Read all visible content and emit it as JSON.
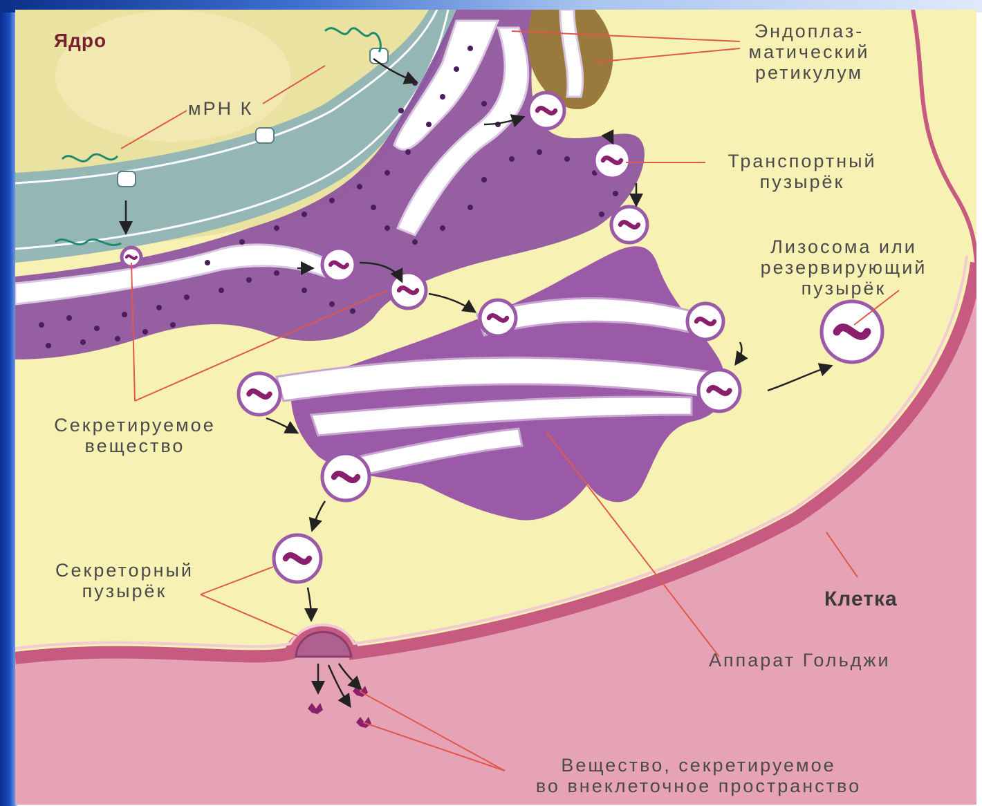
{
  "labels": {
    "nucleus": "Ядро",
    "mrna": "мРН К",
    "er_line1": "Эндоплаз-",
    "er_line2": "матический",
    "er_line3": "ретикулум",
    "transport_line1": "Транспортный",
    "transport_line2": "пузырёк",
    "lysosome_line1": "Лизосома или",
    "lysosome_line2": "резервирующий",
    "lysosome_line3": "пузырёк",
    "secreted_line1": "Секретируемое",
    "secreted_line2": "вещество",
    "secretory_line1": "Секреторный",
    "secretory_line2": "пузырёк",
    "cell": "Клетка",
    "golgi": "Аппарат Гольджи",
    "extracellular_line1": "Вещество, секретируемое",
    "extracellular_line2": "во внеклеточное пространство"
  },
  "colors": {
    "cytoplasm": "#f7f1b4",
    "membrane_pink": "#c75a80",
    "extracellular": "#e6a3b6",
    "nucleus": "#e9e2a0",
    "nuclear_envelope": "#8fb3b5",
    "er_purple": "#8a4fa0",
    "golgi_purple": "#9b5aa8",
    "protein": "#8a1f6e",
    "pointer_line": "#e0584a",
    "frame_blue": "#1b4fc2"
  }
}
